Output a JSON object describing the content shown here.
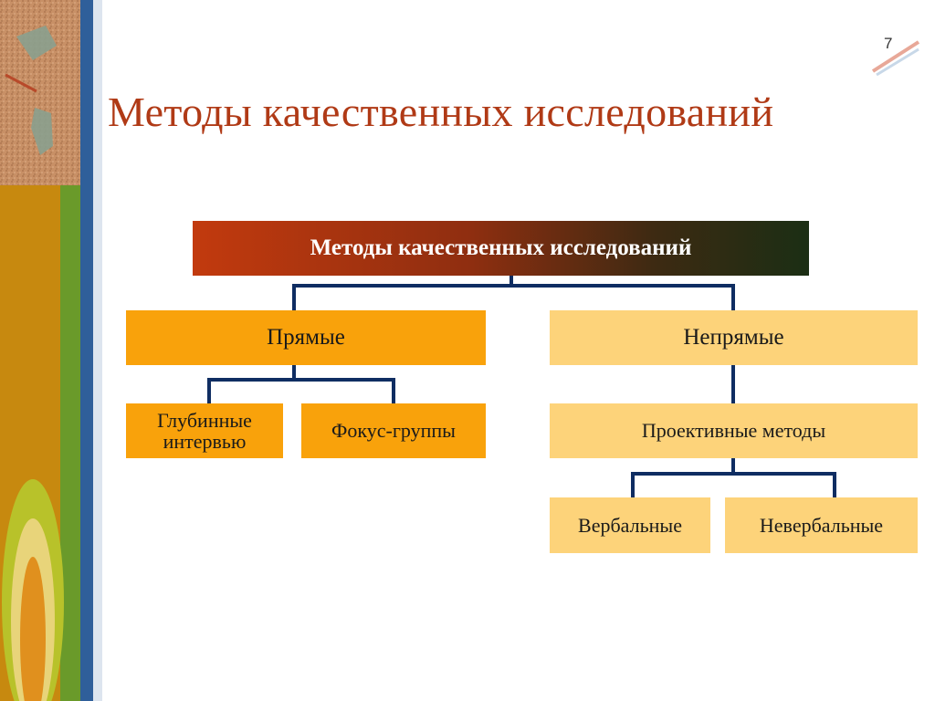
{
  "slide_number": "7",
  "title": "Методы качественных исследований",
  "diagram": {
    "root": "Методы качественных исследований",
    "direct": {
      "label": "Прямые",
      "children": [
        "Глубинные интервью",
        "Фокус-группы"
      ]
    },
    "indirect": {
      "label": "Непрямые",
      "child": "Проективные методы",
      "grandchildren": [
        "Вербальные",
        "Невербальные"
      ]
    }
  },
  "colors": {
    "title": "#b03a16",
    "connector": "#0f2d62",
    "box_dark": "#f9a20b",
    "box_light": "#fdd37a"
  }
}
